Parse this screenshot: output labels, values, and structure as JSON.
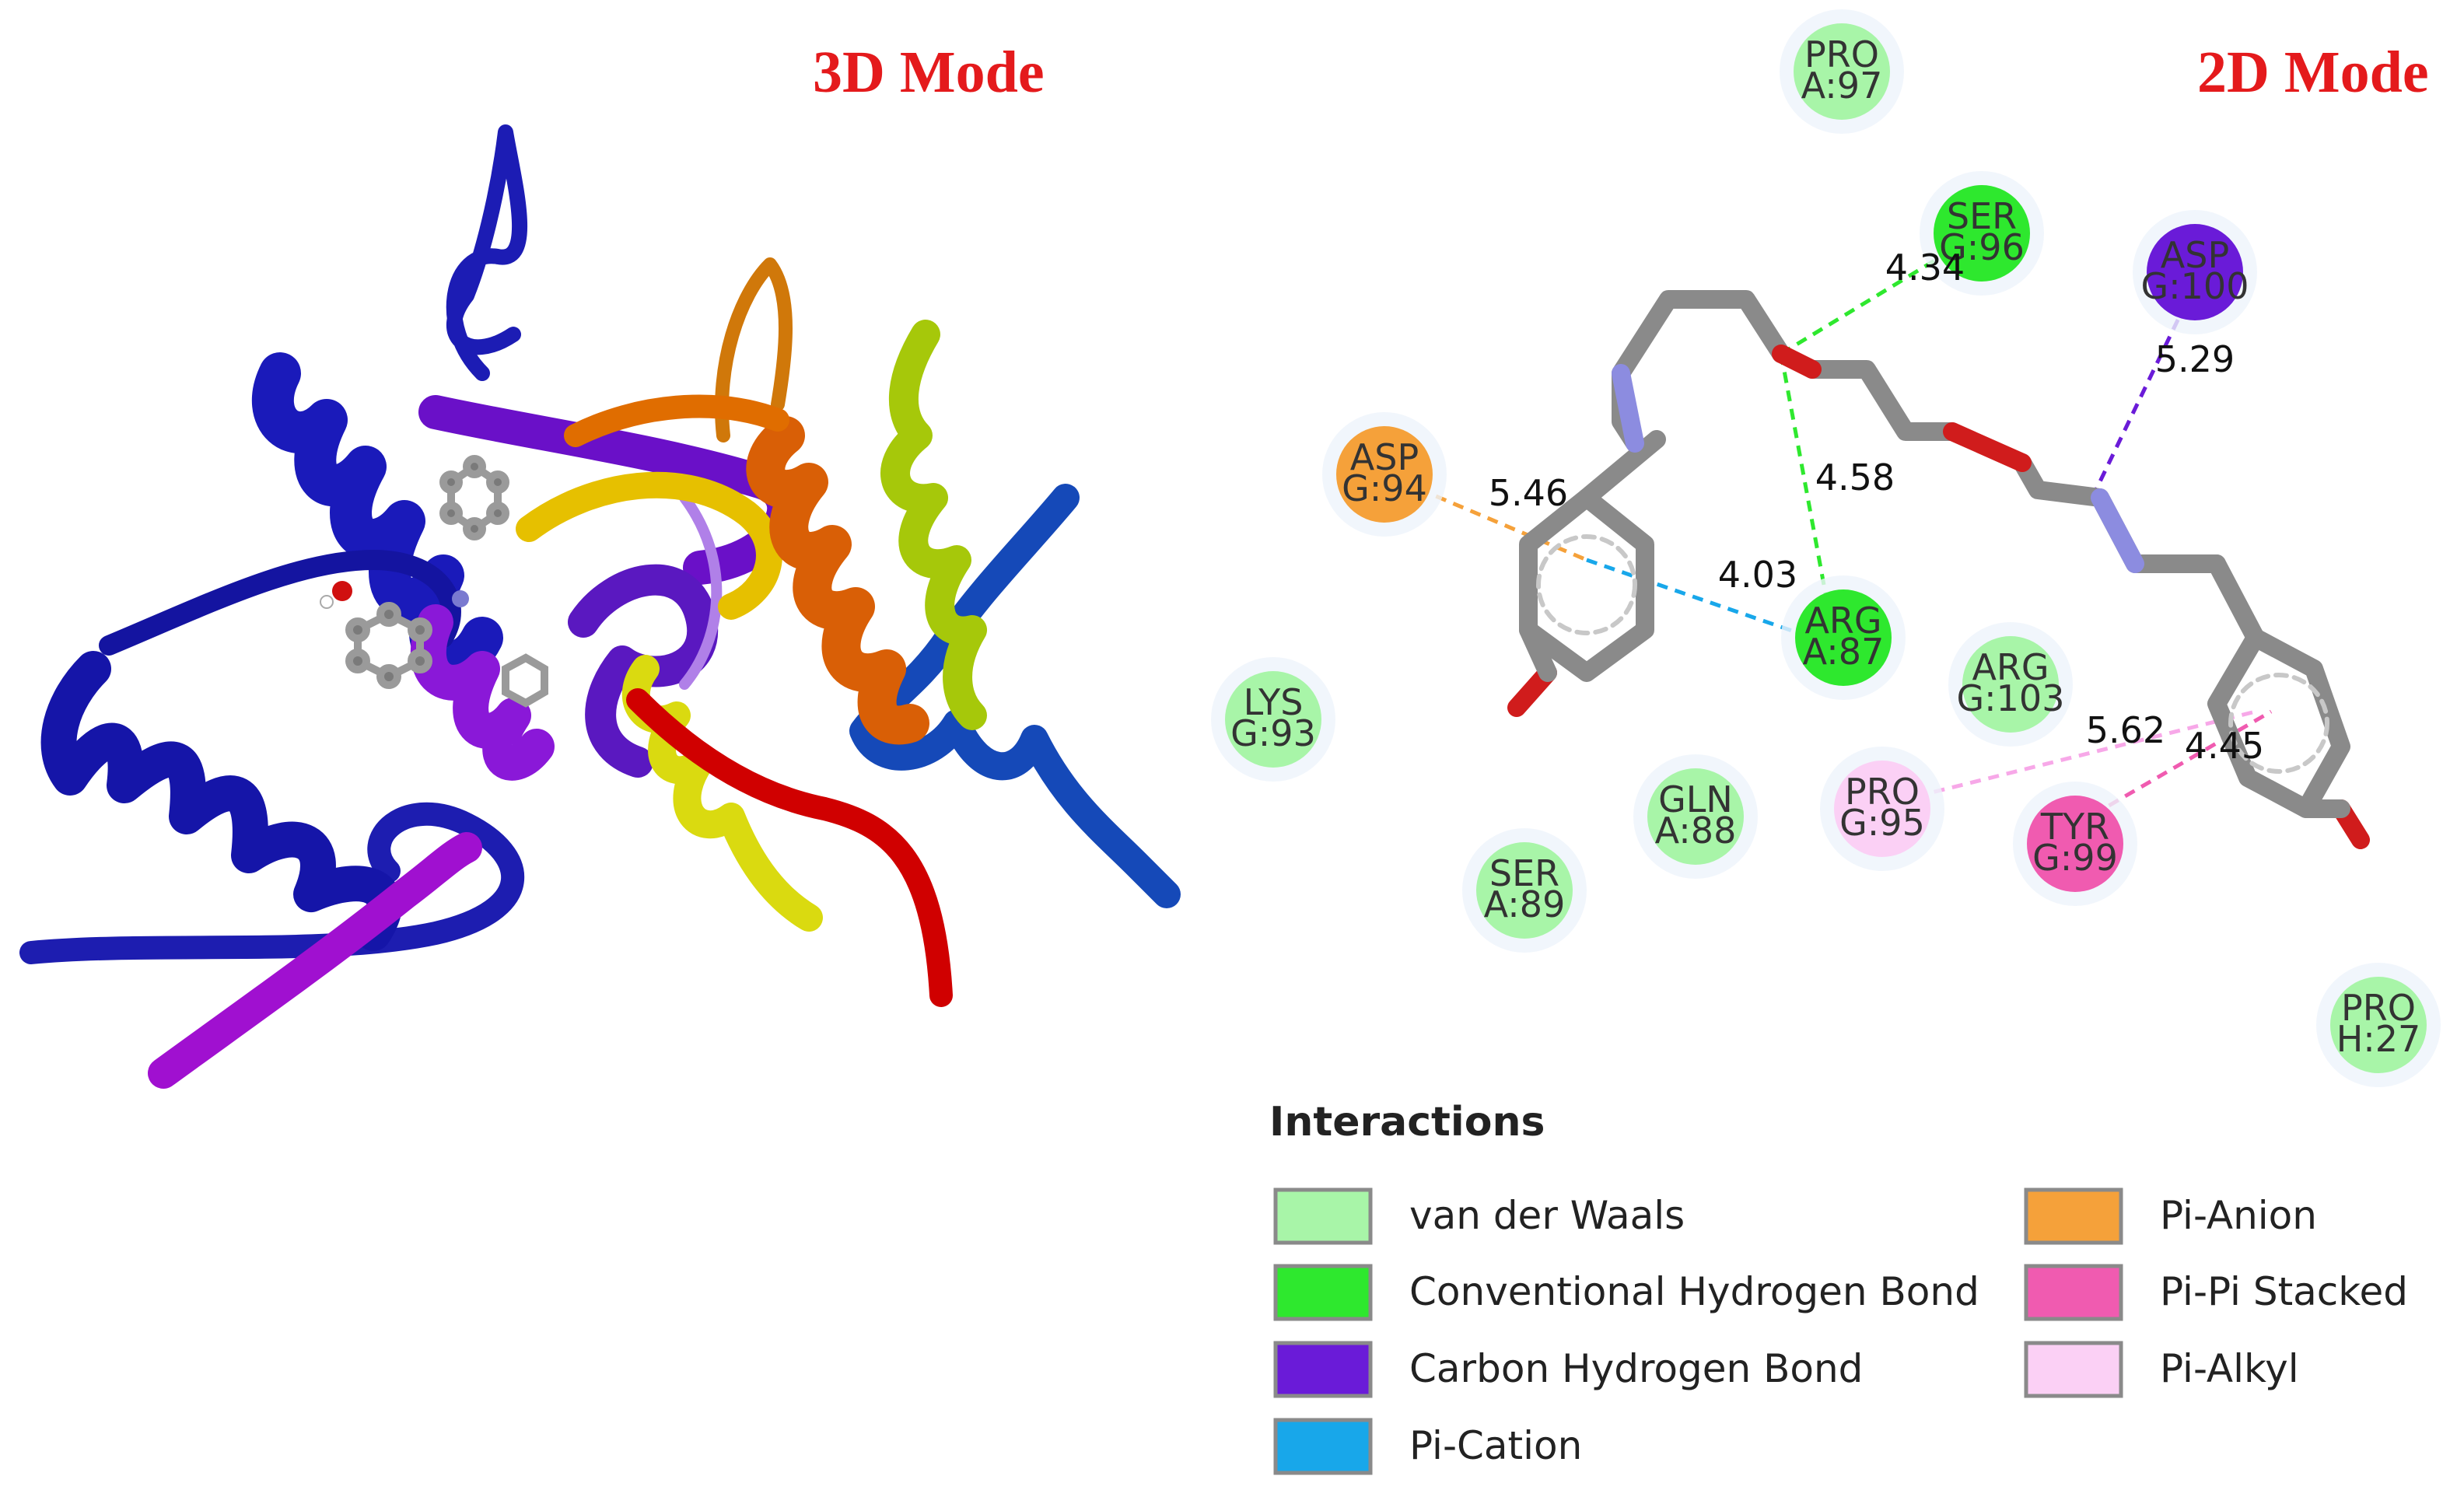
{
  "titles": {
    "left": "3D Mode",
    "right": "2D Mode"
  },
  "colors": {
    "van_der_waals": "#a8f5a8",
    "conventional_hydrogen_bond": "#2ee82e",
    "carbon_hydrogen_bond": "#6a1bd8",
    "pi_cation": "#18a7ea",
    "pi_anion": "#f5a13a",
    "pi_pi_stacked": "#f05bb0",
    "pi_alkyl": "#fbd0f5",
    "ligand_bond": "#8a8a8a",
    "oxygen": "#d01c1c",
    "nitrogen": "#8c8ce0"
  },
  "residues": [
    {
      "id": "pro-a97",
      "name": "PRO",
      "chain": "A:97",
      "type": "van_der_waals"
    },
    {
      "id": "ser-g96",
      "name": "SER",
      "chain": "G:96",
      "type": "conventional_hydrogen_bond"
    },
    {
      "id": "asp-g100",
      "name": "ASP",
      "chain": "G:100",
      "type": "carbon_hydrogen_bond"
    },
    {
      "id": "asp-g94",
      "name": "ASP",
      "chain": "G:94",
      "type": "pi_anion"
    },
    {
      "id": "arg-a87",
      "name": "ARG",
      "chain": "A:87",
      "type": "conventional_hydrogen_bond"
    },
    {
      "id": "arg-g103",
      "name": "ARG",
      "chain": "G:103",
      "type": "van_der_waals"
    },
    {
      "id": "lys-g93",
      "name": "LYS",
      "chain": "G:93",
      "type": "van_der_waals"
    },
    {
      "id": "gln-a88",
      "name": "GLN",
      "chain": "A:88",
      "type": "van_der_waals"
    },
    {
      "id": "pro-g95",
      "name": "PRO",
      "chain": "G:95",
      "type": "pi_alkyl"
    },
    {
      "id": "tyr-g99",
      "name": "TYR",
      "chain": "G:99",
      "type": "pi_pi_stacked"
    },
    {
      "id": "ser-a89",
      "name": "SER",
      "chain": "A:89",
      "type": "van_der_waals"
    },
    {
      "id": "pro-h27",
      "name": "PRO",
      "chain": "H:27",
      "type": "van_der_waals"
    }
  ],
  "distances": [
    {
      "id": "d-434",
      "value": "4.34",
      "type": "conventional_hydrogen_bond"
    },
    {
      "id": "d-529",
      "value": "5.29",
      "type": "carbon_hydrogen_bond"
    },
    {
      "id": "d-458",
      "value": "4.58",
      "type": "conventional_hydrogen_bond"
    },
    {
      "id": "d-546",
      "value": "5.46",
      "type": "pi_anion"
    },
    {
      "id": "d-403",
      "value": "4.03",
      "type": "pi_cation"
    },
    {
      "id": "d-562",
      "value": "5.62",
      "type": "pi_alkyl"
    },
    {
      "id": "d-445",
      "value": "4.45",
      "type": "pi_pi_stacked"
    }
  ],
  "legend": {
    "title": "Interactions",
    "items": [
      {
        "label": "van der Waals",
        "type": "van_der_waals"
      },
      {
        "label": "Conventional Hydrogen Bond",
        "type": "conventional_hydrogen_bond"
      },
      {
        "label": "Carbon Hydrogen Bond",
        "type": "carbon_hydrogen_bond"
      },
      {
        "label": "Pi-Cation",
        "type": "pi_cation"
      },
      {
        "label": "Pi-Anion",
        "type": "pi_anion"
      },
      {
        "label": "Pi-Pi Stacked",
        "type": "pi_pi_stacked"
      },
      {
        "label": "Pi-Alkyl",
        "type": "pi_alkyl"
      }
    ]
  }
}
